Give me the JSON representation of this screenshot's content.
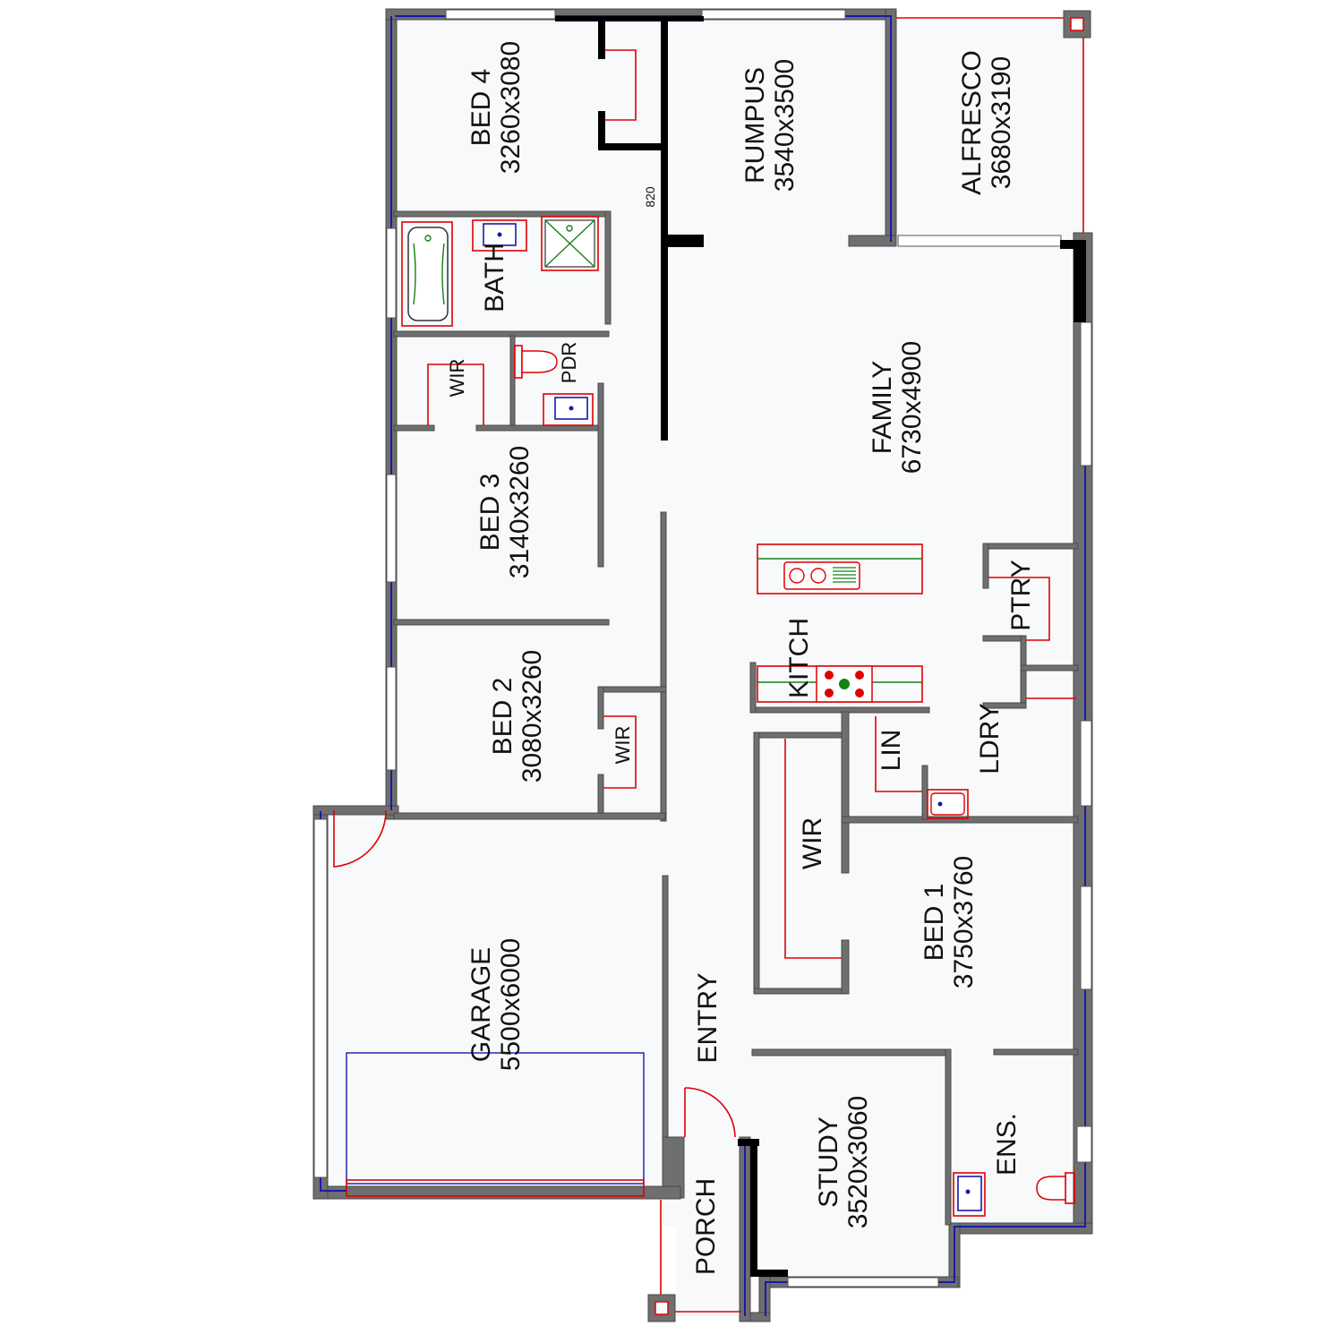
{
  "rooms": {
    "bed4": {
      "name": "BED 4",
      "size": "3260x3080"
    },
    "rumpus": {
      "name": "RUMPUS",
      "size": "3540x3500"
    },
    "alfresco": {
      "name": "ALFRESCO",
      "size": "3680x3190"
    },
    "bath": {
      "name": "BATH"
    },
    "wir_bed3": {
      "name": "WIR"
    },
    "pdr": {
      "name": "PDR"
    },
    "bed3": {
      "name": "BED 3",
      "size": "3140x3260"
    },
    "family": {
      "name": "FAMILY",
      "size": "6730x4900"
    },
    "ptry": {
      "name": "PTRY"
    },
    "kitch": {
      "name": "KITCH"
    },
    "bed2": {
      "name": "BED 2",
      "size": "3080x3260"
    },
    "wir_bed2": {
      "name": "WIR"
    },
    "lin": {
      "name": "LIN"
    },
    "ldry": {
      "name": "LDRY"
    },
    "wir_bed1": {
      "name": "WIR"
    },
    "bed1": {
      "name": "BED 1",
      "size": "3750x3760"
    },
    "garage": {
      "name": "GARAGE",
      "size": "5500x6000"
    },
    "entry": {
      "name": "ENTRY"
    },
    "study": {
      "name": "STUDY",
      "size": "3520x3060"
    },
    "ens": {
      "name": "ENS."
    },
    "porch": {
      "name": "PORCH"
    }
  },
  "annotations": {
    "opening_width": "820"
  },
  "colors": {
    "wall": "#6f6f6f",
    "floor": "#f7f9fb",
    "fixture_red": "#e00000",
    "outline_blue": "#1a1aa8",
    "fixture_green": "#178017"
  }
}
